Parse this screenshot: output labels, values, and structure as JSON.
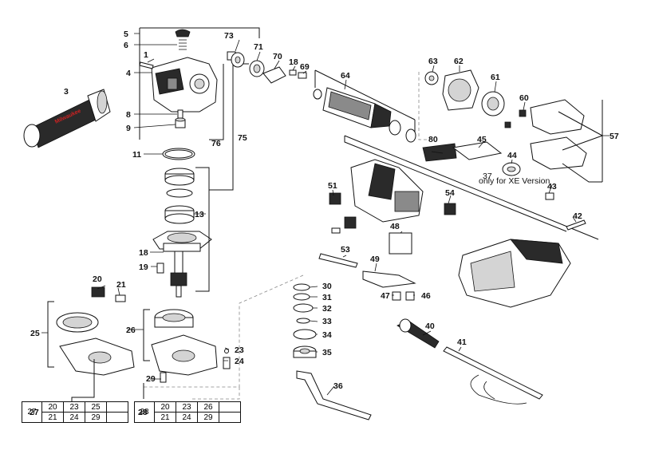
{
  "part_numbers": [
    "5",
    "6",
    "73",
    "71",
    "70",
    "18",
    "69",
    "64",
    "63",
    "62",
    "61",
    "60",
    "57",
    "1",
    "4",
    "3",
    "8",
    "9",
    "76",
    "75",
    "11",
    "13",
    "18",
    "19",
    "20",
    "21",
    "25",
    "26",
    "27",
    "28",
    "29",
    "23",
    "24",
    "30",
    "31",
    "32",
    "33",
    "34",
    "35",
    "36",
    "80",
    "45",
    "44",
    "37",
    "43",
    "42",
    "51",
    "54",
    "48",
    "53",
    "49",
    "47",
    "46",
    "40",
    "41"
  ],
  "note": "only for XE Version",
  "kit_tables": [
    {
      "kit": "27",
      "rows": [
        [
          "20",
          "23",
          "25",
          ""
        ],
        [
          "21",
          "24",
          "29",
          ""
        ]
      ]
    },
    {
      "kit": "28",
      "rows": [
        [
          "20",
          "23",
          "26",
          ""
        ],
        [
          "21",
          "24",
          "29",
          ""
        ]
      ]
    }
  ],
  "brand_mark": "Milwaukee"
}
